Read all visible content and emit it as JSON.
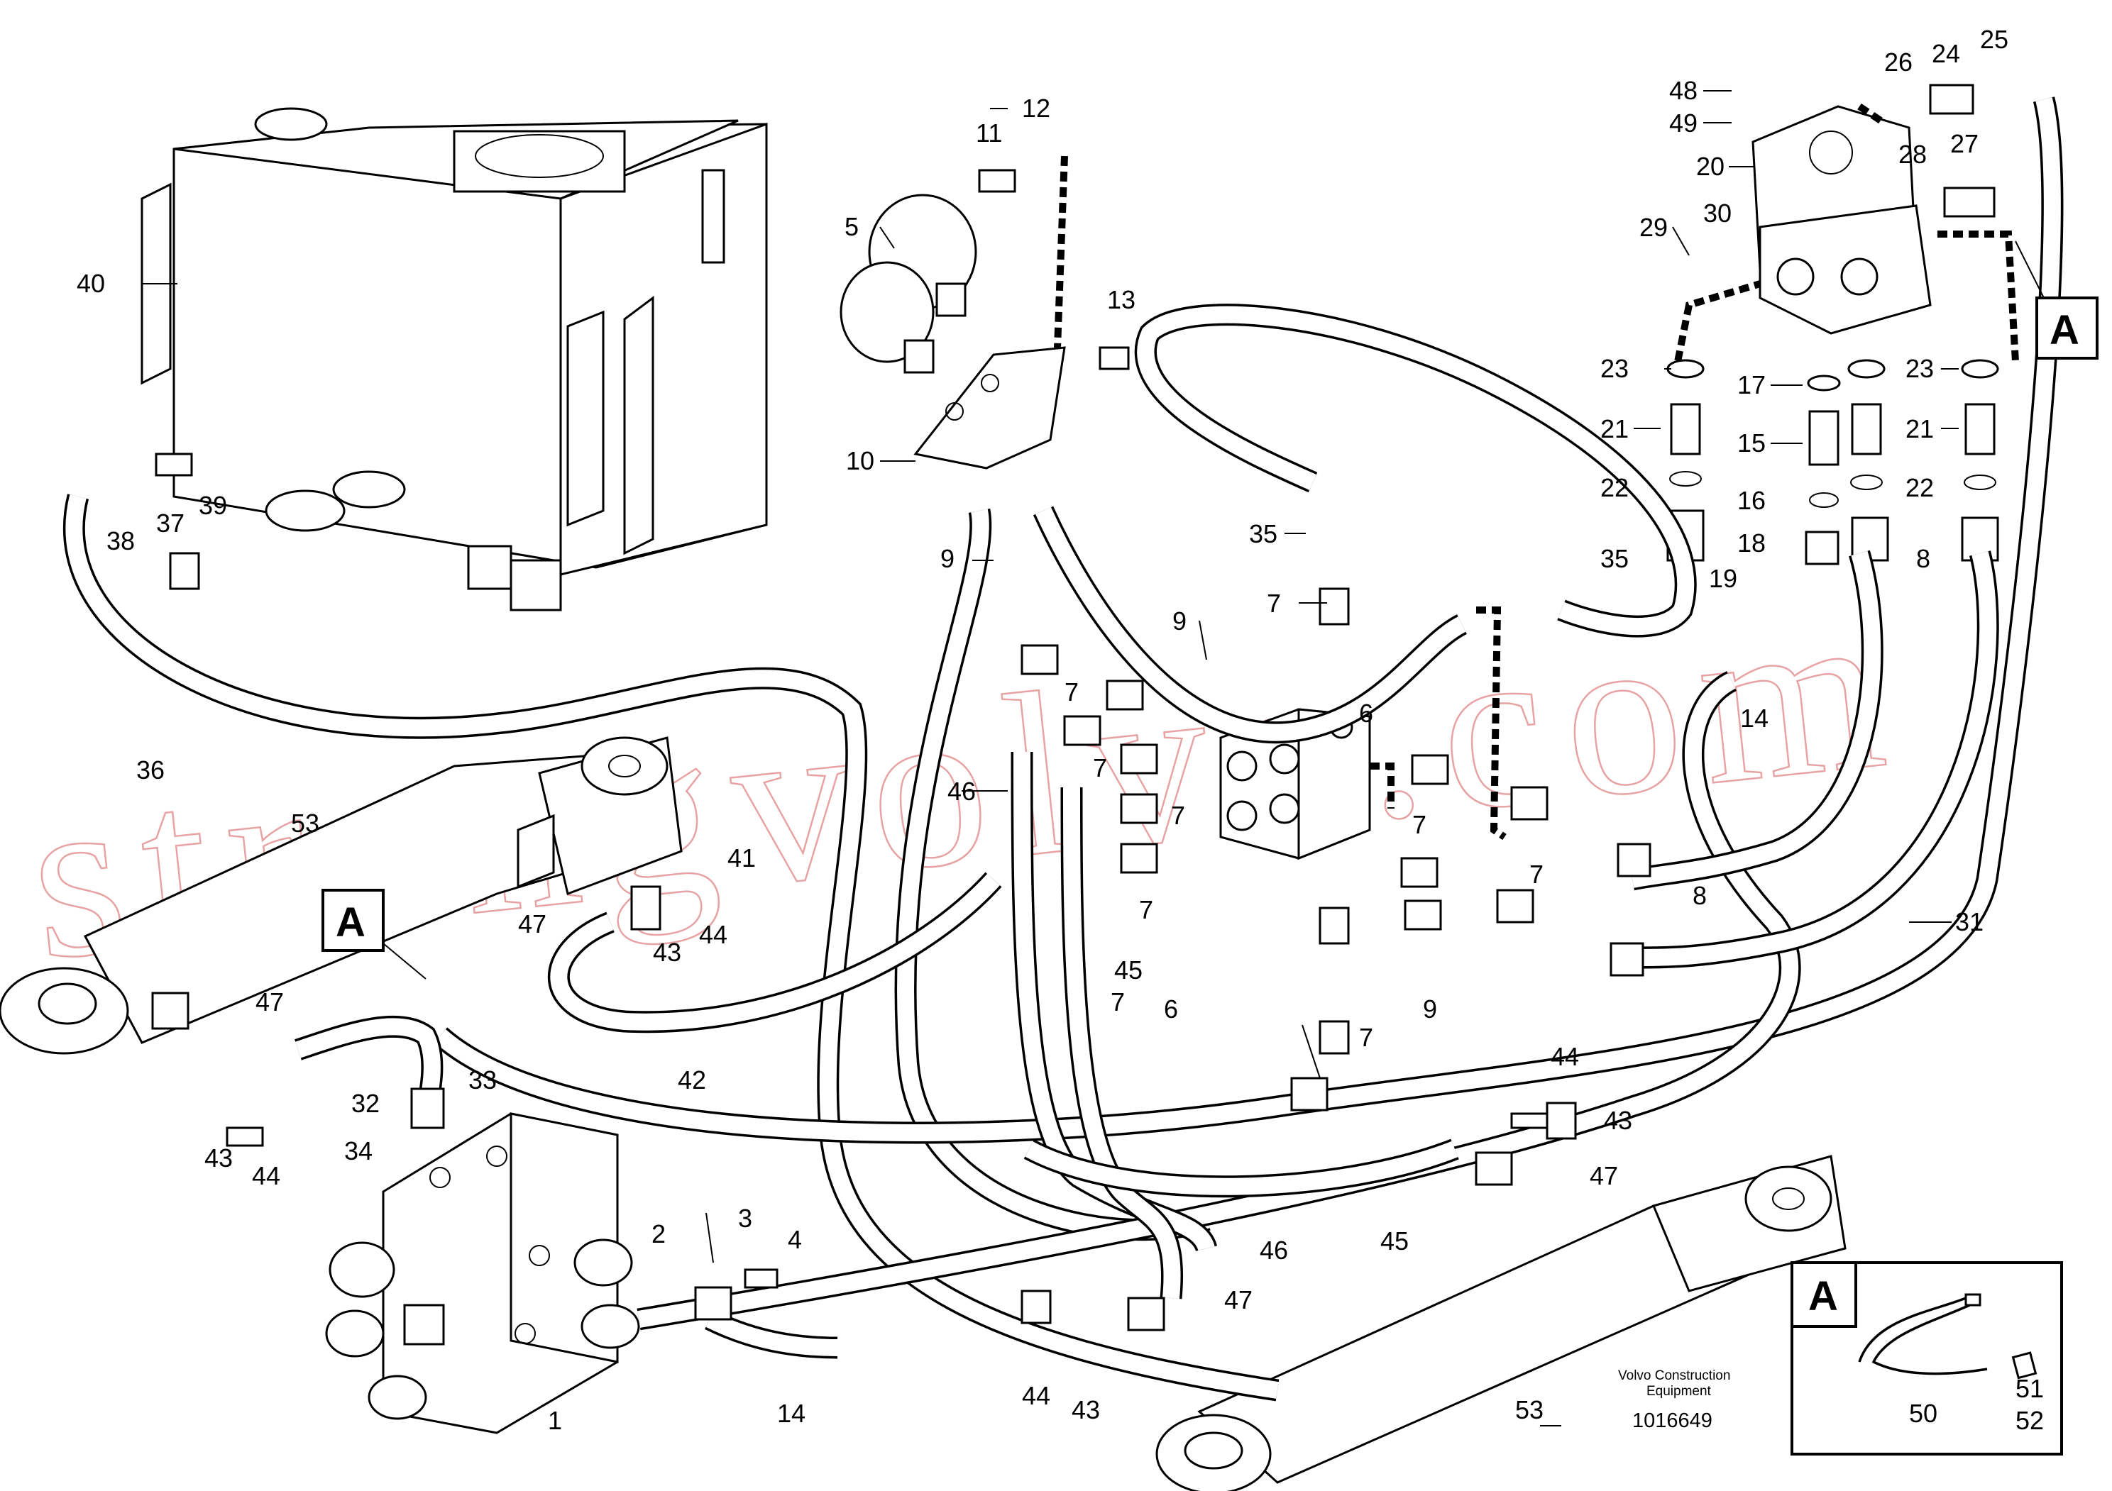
{
  "callout": {
    "letter": "A"
  },
  "inset": {
    "letter": "A",
    "labels": [
      "50",
      "51",
      "52"
    ]
  },
  "credit": {
    "line1": "Volvo Construction",
    "line2": "Equipment"
  },
  "document_number": "1016649",
  "watermark": "strongvolvo.com",
  "labels": [
    "48",
    "49",
    "20",
    "26",
    "24",
    "25",
    "27",
    "28",
    "29",
    "30",
    "23",
    "17",
    "23",
    "21",
    "15",
    "21",
    "22",
    "16",
    "22",
    "35",
    "18",
    "8",
    "19",
    "14",
    "12",
    "11",
    "5",
    "13",
    "10",
    "9",
    "35",
    "7",
    "9",
    "7",
    "7",
    "7",
    "6",
    "7",
    "7",
    "7",
    "46",
    "7",
    "8",
    "31",
    "9",
    "7",
    "45",
    "6",
    "40",
    "38",
    "37",
    "39",
    "36",
    "53",
    "47",
    "41",
    "43",
    "44",
    "42",
    "47",
    "33",
    "32",
    "34",
    "43",
    "44",
    "2",
    "3",
    "4",
    "1",
    "14",
    "44",
    "43",
    "47",
    "46",
    "45",
    "44",
    "43",
    "47",
    "53"
  ]
}
